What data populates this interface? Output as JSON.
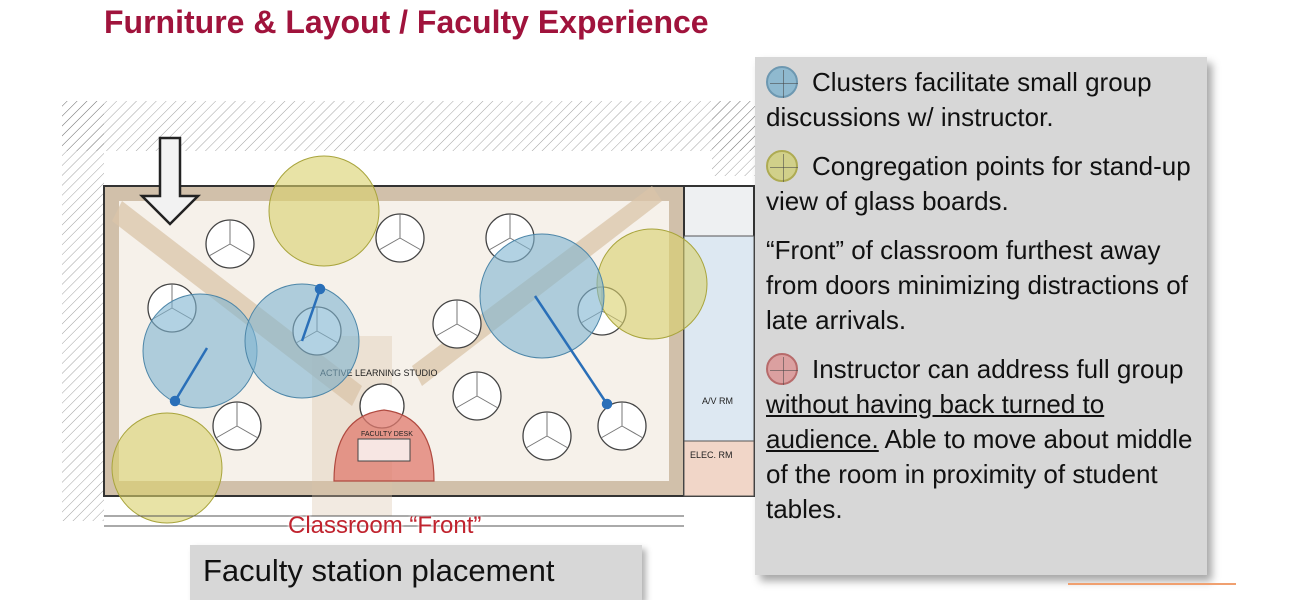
{
  "title": "Furniture & Layout / Faculty Experience",
  "legend": {
    "item1": "Clusters facilitate small group discussions w/ instructor.",
    "item2": "Congregation points for stand-up view of glass boards.",
    "item3": "“Front” of classroom furthest away from doors minimizing distractions of late arrivals.",
    "item4_plain": "Instructor can address full group ",
    "item4_underlined": "without having back turned to audience.",
    "item4_rest": "  Able to move about middle of the room in proximity of student tables."
  },
  "plan": {
    "studio_label": "ACTIVE LEARNING STUDIO",
    "faculty_desk_label": "FACULTY DESK",
    "room_label": "A/V RM",
    "elec_label": "ELEC. RM"
  },
  "front_label": "Classroom “Front”",
  "faculty_station": "Faculty station placement",
  "colors": {
    "title": "#a0133c",
    "blue_cluster": "#7fb4d1",
    "yellow_point": "#d8d06a",
    "red_instructor": "#e07a6e",
    "front_label": "#c0232e"
  }
}
